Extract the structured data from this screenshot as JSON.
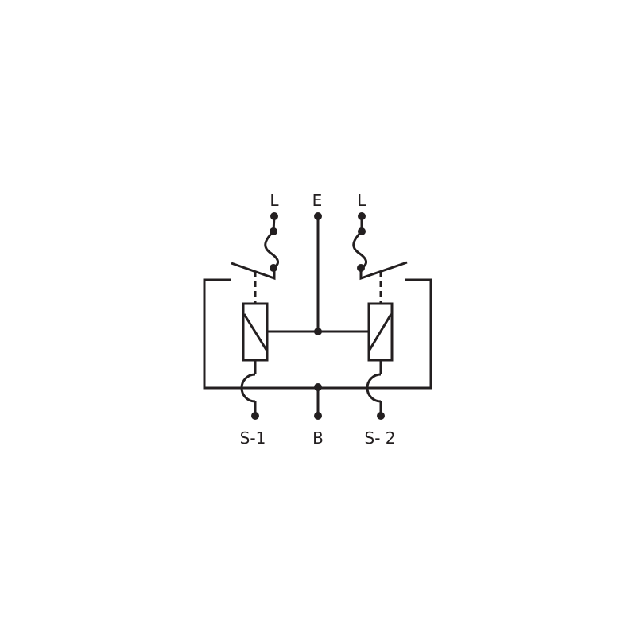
{
  "diagram": {
    "title": "",
    "stroke_color": "#231f20",
    "background": "#ffffff",
    "labels": {
      "top_left": "L",
      "top_center": "E",
      "top_right": "L",
      "bottom_left": "S-1",
      "bottom_center": "B",
      "bottom_right": "S- 2"
    },
    "components": [
      {
        "id": "fuse-left",
        "type": "fuse",
        "label": "L"
      },
      {
        "id": "switch-left",
        "type": "switch-contact"
      },
      {
        "id": "coil-left",
        "type": "relay-coil"
      },
      {
        "id": "earth-line",
        "type": "wire",
        "label": "E"
      },
      {
        "id": "fuse-right",
        "type": "fuse",
        "label": "L"
      },
      {
        "id": "switch-right",
        "type": "switch-contact"
      },
      {
        "id": "coil-right",
        "type": "relay-coil"
      },
      {
        "id": "terminal-s1",
        "type": "terminal",
        "label": "S-1"
      },
      {
        "id": "terminal-b",
        "type": "terminal",
        "label": "B"
      },
      {
        "id": "terminal-s2",
        "type": "terminal",
        "label": "S- 2"
      }
    ]
  }
}
